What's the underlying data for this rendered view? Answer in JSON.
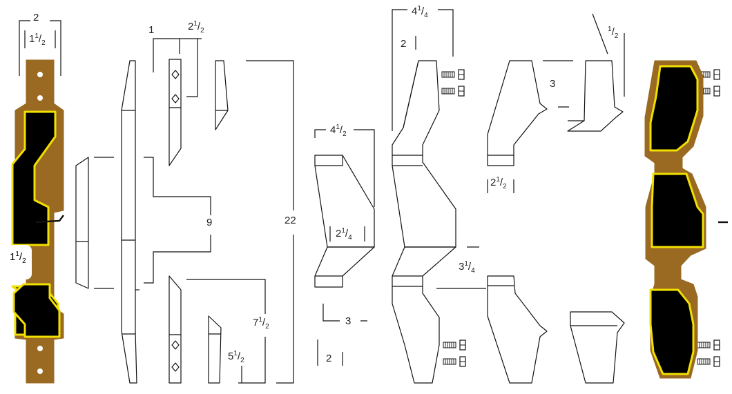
{
  "colors": {
    "wood": "#9a6a22",
    "dark": "#000000",
    "trim": "#f2e000",
    "line": "#111111",
    "hole": "#ffffff"
  },
  "dimensions": {
    "total_length": "22",
    "height_9": "9",
    "height_7_5": {
      "whole": "7",
      "num": "1",
      "den": "2"
    },
    "height_5_5": {
      "whole": "5",
      "num": "1",
      "den": "2"
    },
    "width_2": "2",
    "width_1_5": {
      "whole": "1",
      "num": "1",
      "den": "2"
    },
    "width_1": "1",
    "width_2_5": {
      "whole": "2",
      "num": "1",
      "den": "2"
    },
    "block_4_5": {
      "whole": "4",
      "num": "1",
      "den": "2"
    },
    "block_2_25": {
      "whole": "2",
      "num": "1",
      "den": "4"
    },
    "block_3": "3",
    "block_2": "2",
    "limb_4_25": {
      "whole": "4",
      "num": "1",
      "den": "4"
    },
    "limb_2": "2",
    "limb_3_25": {
      "whole": "3",
      "num": "1",
      "den": "4"
    },
    "tip_3": "3",
    "tip_2_5": {
      "whole": "2",
      "num": "1",
      "den": "2"
    },
    "tip_half": {
      "num": "1",
      "den": "2"
    },
    "grip_1_5": {
      "whole": "1",
      "num": "1",
      "den": "2"
    }
  },
  "icons": [
    "screw-icon",
    "ruler-bracket-icon"
  ]
}
